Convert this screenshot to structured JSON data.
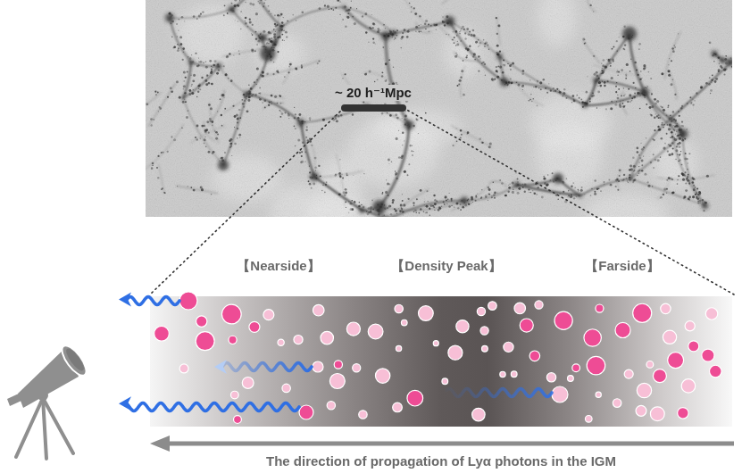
{
  "diagram": {
    "labels": [
      "~ 20 h⁻¹Mpc",
      "【Nearside】",
      "【Density Peak】",
      "【Farside】",
      "The direction of propagation of Lyα photons in the IGM"
    ]
  }
}
